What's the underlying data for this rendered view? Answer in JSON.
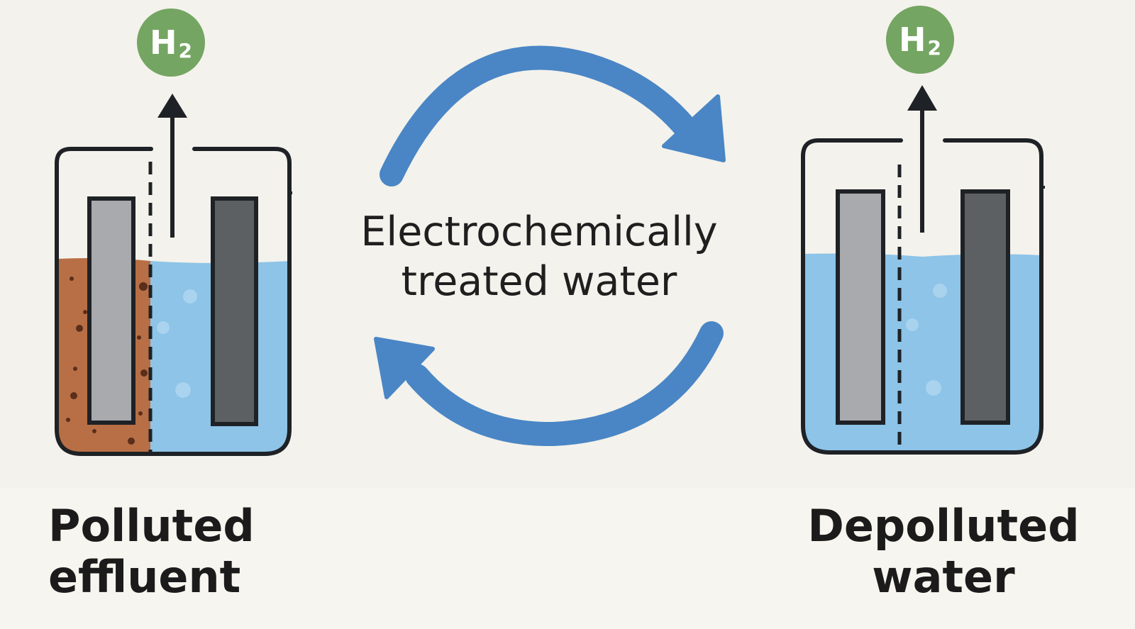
{
  "colors": {
    "background": "#f4f2ec",
    "water": "#8dc4e8",
    "polluted": "#b86f45",
    "arrow_blue": "#4a86c5",
    "h2_green": "#74a562",
    "anode": "#a9aaae",
    "cathode": "#5d6063"
  },
  "left_cell": {
    "h2_main": "H",
    "h2_sub": "2",
    "label_line1": "Polluted",
    "label_line2": "effluent",
    "icon": "electrolysis-cell-icon"
  },
  "right_cell": {
    "h2_main": "H",
    "h2_sub": "2",
    "label_line1": "Depolluted",
    "label_line2": "water",
    "icon": "electrolysis-cell-icon"
  },
  "center": {
    "line1": "Electrochemically",
    "line2": "treated water",
    "icon": "cycle-arrows-icon"
  }
}
